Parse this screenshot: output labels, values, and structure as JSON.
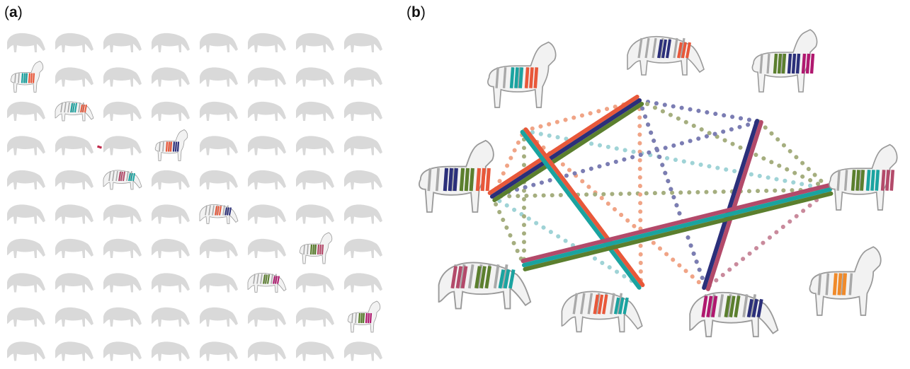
{
  "panels": {
    "a": {
      "label_open": "(",
      "letter": "a",
      "label_close": ")"
    },
    "b": {
      "label_open": "(",
      "letter": "b",
      "label_close": ")"
    }
  },
  "grid": {
    "rows": 10,
    "cols": 8,
    "silhouette_color": "#d9d9d9",
    "highlighted": [
      {
        "row": 1,
        "col": 0,
        "pose": "standing-front",
        "marks": [
          "#1aa3a0",
          "#e8583a"
        ]
      },
      {
        "row": 2,
        "col": 1,
        "pose": "grazing",
        "marks": [
          "#e8583a",
          "#1aa3a0"
        ]
      },
      {
        "row": 3,
        "col": 3,
        "pose": "standing-front",
        "marks": [
          "#e8583a",
          "#2b2f7a"
        ]
      },
      {
        "row": 4,
        "col": 2,
        "pose": "grazing",
        "marks": [
          "#1aa3a0",
          "#b34a6a"
        ]
      },
      {
        "row": 5,
        "col": 4,
        "pose": "grazing",
        "marks": [
          "#2b2f7a",
          "#e8583a"
        ]
      },
      {
        "row": 6,
        "col": 6,
        "pose": "standing-front",
        "marks": [
          "#5b7f2e",
          "#b34a6a"
        ]
      },
      {
        "row": 7,
        "col": 5,
        "pose": "grazing",
        "marks": [
          "#b0186f",
          "#5b7f2e"
        ]
      },
      {
        "row": 8,
        "col": 7,
        "pose": "standing-front",
        "marks": [
          "#5b7f2e",
          "#b0186f"
        ]
      }
    ],
    "small_marker": {
      "row": 3,
      "col": 2,
      "color": "#c0294a"
    }
  },
  "network": {
    "colors": {
      "navy": "#2b2f7a",
      "green": "#5b7f2e",
      "red": "#e8583a",
      "teal": "#1aa3a0",
      "maroon": "#b34a6a",
      "purple": "#7b7db3",
      "olive": "#a5ae7f",
      "salmon": "#f0a486",
      "lightteal": "#9fd3d6",
      "rose": "#c98a9c"
    },
    "strong_ties": [
      {
        "from": "left-upper",
        "to": "top-mid",
        "colors": [
          "red",
          "navy",
          "green"
        ]
      },
      {
        "from": "top-left",
        "to": "bottom-mid",
        "colors": [
          "red",
          "teal"
        ]
      },
      {
        "from": "top-right",
        "to": "bottom-right-mid",
        "colors": [
          "maroon",
          "navy"
        ]
      },
      {
        "from": "bottom-left",
        "to": "right",
        "colors": [
          "maroon",
          "teal",
          "green"
        ]
      }
    ],
    "weak_ties": [
      {
        "from": "left-upper",
        "to": "top-left",
        "color": "salmon"
      },
      {
        "from": "top-left",
        "to": "top-mid",
        "color": "salmon"
      },
      {
        "from": "top-mid",
        "to": "top-right",
        "color": "purple"
      },
      {
        "from": "top-right",
        "to": "right",
        "color": "olive"
      },
      {
        "from": "left-upper",
        "to": "bottom-left",
        "color": "olive"
      },
      {
        "from": "top-left",
        "to": "right",
        "color": "lightteal"
      },
      {
        "from": "top-mid",
        "to": "right",
        "color": "olive"
      },
      {
        "from": "top-left",
        "to": "bottom-right-mid",
        "color": "salmon"
      },
      {
        "from": "left-upper",
        "to": "right",
        "color": "olive"
      },
      {
        "from": "left-upper",
        "to": "bottom-mid",
        "color": "lightteal"
      },
      {
        "from": "top-mid",
        "to": "bottom-mid",
        "color": "salmon"
      },
      {
        "from": "top-mid",
        "to": "bottom-right-mid",
        "color": "olive"
      },
      {
        "from": "right",
        "to": "bottom-right-mid",
        "color": "rose"
      },
      {
        "from": "top-left",
        "to": "bottom-left",
        "color": "olive"
      },
      {
        "from": "left-upper",
        "to": "top-right",
        "color": "purple"
      },
      {
        "from": "top-mid",
        "to": "bottom-right-mid",
        "color": "purple"
      }
    ],
    "zebras": [
      {
        "id": "pair-top-left",
        "pose": "standing-front",
        "marks": [
          "#1aa3a0",
          "#e8583a"
        ]
      },
      {
        "id": "top-grazing",
        "pose": "grazing",
        "marks": [
          "#e8583a",
          "#2b2f7a"
        ]
      },
      {
        "id": "top-right",
        "pose": "standing-front",
        "marks": [
          "#5b7f2e",
          "#2b2f7a",
          "#b0186f"
        ]
      },
      {
        "id": "left",
        "pose": "standing-front",
        "marks": [
          "#2b2f7a",
          "#5b7f2e",
          "#e8583a"
        ]
      },
      {
        "id": "right",
        "pose": "standing-front",
        "marks": [
          "#5b7f2e",
          "#1aa3a0",
          "#b34a6a"
        ]
      },
      {
        "id": "bottom-left",
        "pose": "grazing",
        "marks": [
          "#1aa3a0",
          "#5b7f2e",
          "#b34a6a"
        ]
      },
      {
        "id": "bottom-mid",
        "pose": "grazing",
        "marks": [
          "#1aa3a0",
          "#e8583a"
        ]
      },
      {
        "id": "bottom-right",
        "pose": "grazing",
        "marks": [
          "#2b2f7a",
          "#5b7f2e",
          "#b0186f"
        ]
      },
      {
        "id": "far-right",
        "pose": "standing-front",
        "marks": [
          "#f08a2a"
        ]
      }
    ]
  }
}
